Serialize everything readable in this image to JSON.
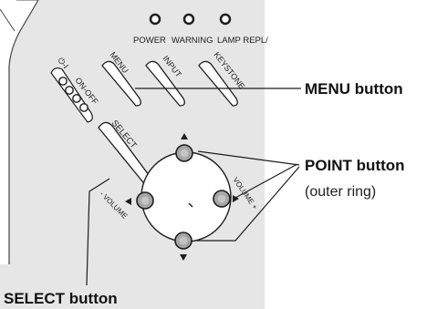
{
  "indicators": {
    "power": "POWER",
    "warning": "WARNING",
    "lamp": "LAMP REPL/"
  },
  "panel_buttons": {
    "on_off": "ON-OFF",
    "on_off_prefix": "⏻-I",
    "menu": "MENU",
    "input": "INPUT",
    "keystone": "KEYSTONE",
    "select": "SELECT",
    "volume_left": "- VOLUME",
    "volume_right": "VOLUME +"
  },
  "callouts": {
    "menu": "MENU button",
    "point": "POINT button",
    "point_note": "(outer ring)",
    "select": "SELECT button"
  },
  "colors": {
    "panel_fill": "#e6e6e6",
    "outline": "#1e1e1e",
    "button_gray": "#9a9a9a"
  }
}
